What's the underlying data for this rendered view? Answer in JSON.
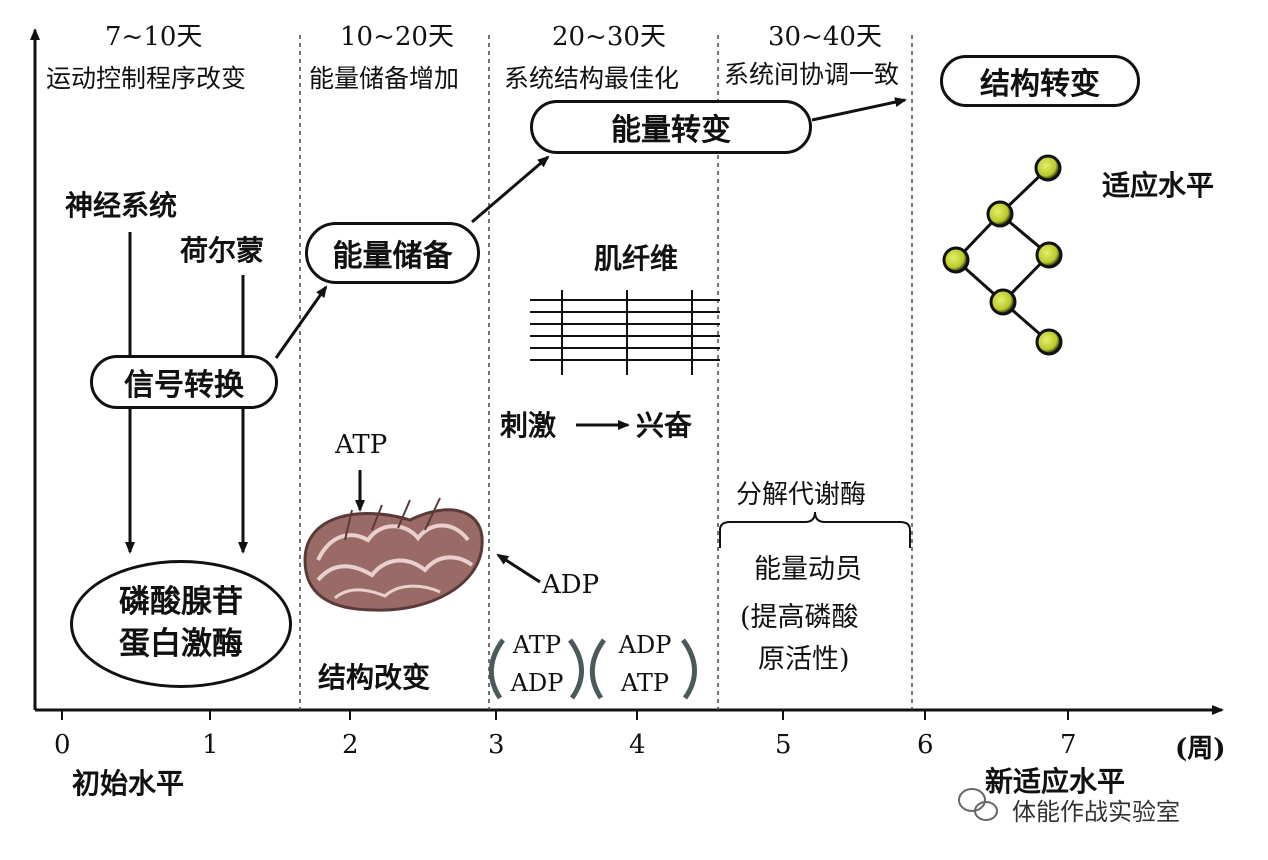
{
  "phases": [
    {
      "range": "7~10天",
      "goal": "运动控制程序改变"
    },
    {
      "range": "10~20天",
      "goal": "能量储备增加"
    },
    {
      "range": "20~30天",
      "goal": "系统结构最佳化"
    },
    {
      "range": "30~40天",
      "goal": "系统间协调一致"
    }
  ],
  "x_axis": {
    "ticks": [
      "0",
      "1",
      "2",
      "3",
      "4",
      "5",
      "6",
      "7"
    ],
    "unit": "(周)",
    "start_label": "初始水平",
    "end_label": "新适应水平"
  },
  "stage1": {
    "nervous_system": "神经系统",
    "hormone": "荷尔蒙",
    "signal_conversion": "信号转换",
    "enzyme_line1": "磷酸腺苷",
    "enzyme_line2": "蛋白激酶"
  },
  "stage2": {
    "energy_storage": "能量储备",
    "atp": "ATP",
    "adp": "ADP",
    "structure_change": "结构改变"
  },
  "stage3": {
    "energy_transform": "能量转变",
    "muscle_fiber": "肌纤维",
    "stimulus": "刺激",
    "excitation": "兴奋",
    "cycle1_top": "ATP",
    "cycle1_bottom": "ADP",
    "cycle2_top": "ADP",
    "cycle2_bottom": "ATP"
  },
  "stage4": {
    "enzyme": "分解代谢酶",
    "mobilization": "能量动员",
    "mobilization_note1": "(提高磷酸",
    "mobilization_note2": "原活性)"
  },
  "stage5": {
    "structure_transform": "结构转变",
    "adaptation_level": "适应水平"
  },
  "watermark": "体能作战实验室",
  "colors": {
    "node_fill": "#d8e84a",
    "mito_fill": "#9a6a66"
  }
}
